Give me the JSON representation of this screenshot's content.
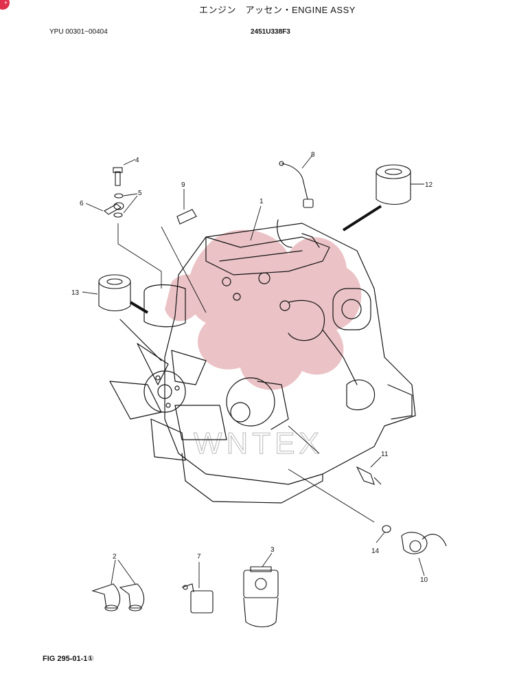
{
  "header": {
    "title": "エンジン　アッセン・ENGINE ASSY",
    "model_range": "YPU 00301~00404",
    "part_number": "2451U338F3",
    "corner_badge": "+"
  },
  "footer": {
    "figure_id": "FIG 295-01-1①"
  },
  "watermark": {
    "text": "WNTEX",
    "color": "#e8b8bc"
  },
  "callouts": [
    "1",
    "2",
    "3",
    "4",
    "5",
    "6",
    "7",
    "8",
    "9",
    "10",
    "11",
    "12",
    "13",
    "14"
  ]
}
